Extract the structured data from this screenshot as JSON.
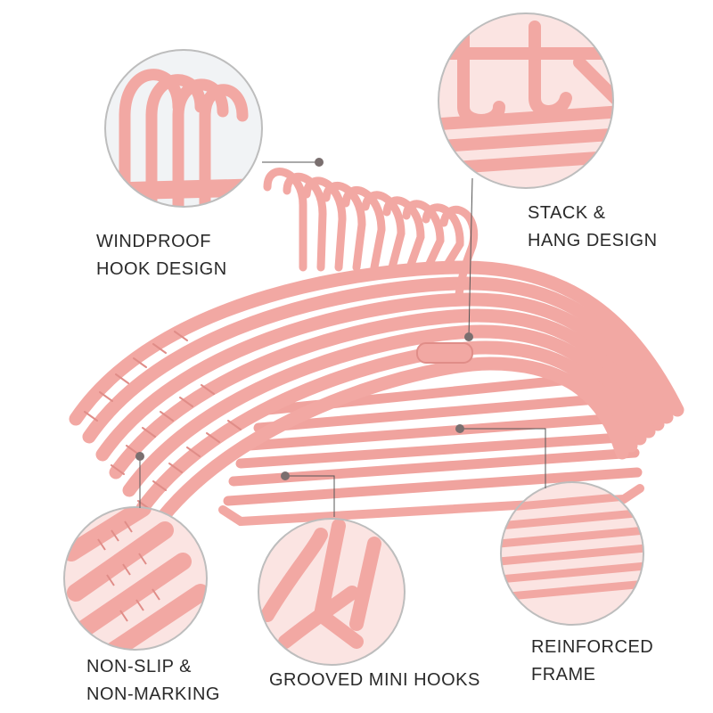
{
  "colors": {
    "hanger_pink": "#f2a8a3",
    "hanger_pink_dark": "#e08d88",
    "hanger_pink_light": "#f9c6c2",
    "callout_ring": "#bdbdbd",
    "leader_line": "#555555",
    "dot": "#7a6f6f",
    "background": "#ffffff",
    "text": "#2a2a2a"
  },
  "callouts": [
    {
      "id": "windproof",
      "lines": [
        "WINDPROOF",
        "HOOK DESIGN"
      ]
    },
    {
      "id": "stack",
      "lines": [
        "STACK &",
        "HANG DESIGN"
      ]
    },
    {
      "id": "nonslip",
      "lines": [
        "NON-SLIP &",
        "NON-MARKING"
      ]
    },
    {
      "id": "grooved",
      "lines": [
        "GROOVED MINI HOOKS"
      ]
    },
    {
      "id": "frame",
      "lines": [
        "REINFORCED",
        "FRAME"
      ]
    }
  ]
}
